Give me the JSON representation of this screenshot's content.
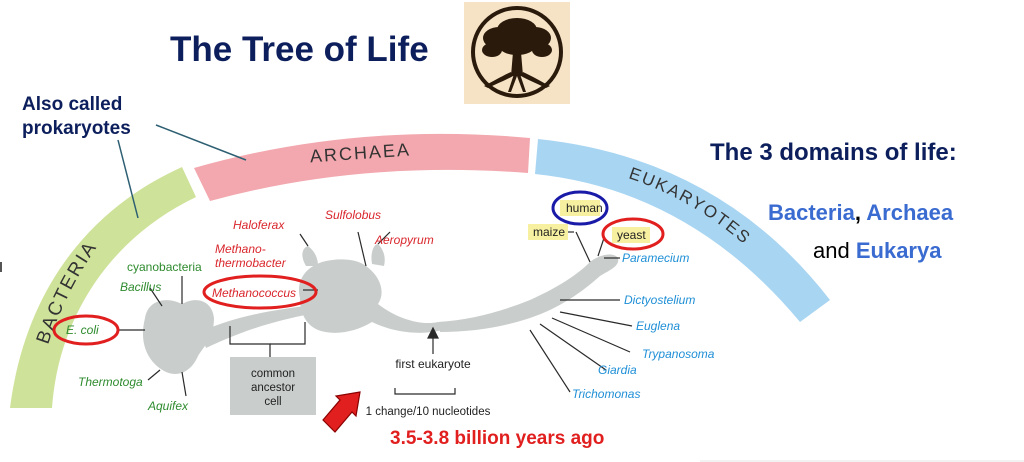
{
  "title": "The Tree of Life",
  "side_note": {
    "line1": "Also called",
    "line2": "prokaryotes"
  },
  "domains_panel": {
    "heading": "The 3 domains of life:",
    "bacteria": "Bacteria",
    "comma": ",",
    "archaea": "Archaea",
    "and_word": "and",
    "eukarya": "Eukarya"
  },
  "bands": {
    "bacteria": "BACTERIA",
    "archaea": "ARCHAEA",
    "eukaryotes": "EUKARYOTES"
  },
  "organisms": {
    "bacteria": {
      "cyanobacteria": "cyanobacteria",
      "bacillus": "Bacillus",
      "ecoli": "E. coli",
      "thermotoga": "Thermotoga",
      "aquifex": "Aquifex"
    },
    "archaea": {
      "haloferax": "Haloferax",
      "sulfolobus": "Sulfolobus",
      "aeropyrum": "Aeropyrum",
      "methanothermobacter_1": "Methano-",
      "methanothermobacter_2": "thermobacter",
      "methanococcus": "Methanococcus"
    },
    "eukaryotes": {
      "human": "human",
      "maize": "maize",
      "yeast": "yeast",
      "paramecium": "Paramecium",
      "dictyostelium": "Dictyostelium",
      "euglena": "Euglena",
      "trypanosoma": "Trypanosoma",
      "giardia": "Giardia",
      "trichomonas": "Trichomonas"
    }
  },
  "common_ancestor": {
    "line1": "common",
    "line2": "ancestor",
    "line3": "cell"
  },
  "first_eukaryote": "first eukaryote",
  "scale_bar": "1 change/10 nucleotides",
  "age": "3.5-3.8 billion years ago",
  "colors": {
    "title_navy": "#0c1f5c",
    "bacteria_band": "#cfe29a",
    "archaea_band": "#f2a8ae",
    "eukaryote_band": "#a8d5f2",
    "bacteria_text": "#2e8b2e",
    "archaea_text": "#d9262c",
    "eukaryote_text": "#1f8fd6",
    "tree_gray": "#c9cdcc",
    "highlight_red": "#e11f1f",
    "highlight_blue": "#1a1aa8",
    "label_yellow": "#f7f0a0",
    "domain_blue": "#3a6bd0"
  }
}
